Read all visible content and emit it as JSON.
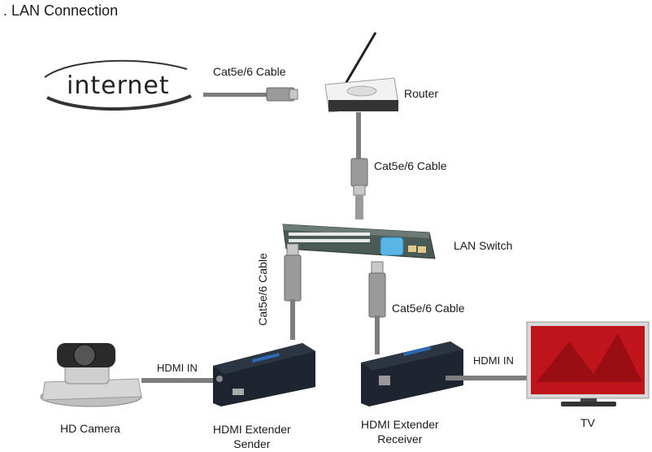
{
  "title": ". LAN Connection",
  "internet_label": "internet",
  "labels": {
    "cable_top": "Cat5e/6 Cable",
    "router": "Router",
    "cable_router_switch": "Cat5e/6 Cable",
    "lan_switch": "LAN Switch",
    "cable_sender": "Cat5e/6 Cable",
    "cable_receiver": "Cat5e/6 Cable",
    "hdmi_in_left": "HDMI IN",
    "hdmi_in_right": "HDMI IN",
    "hd_camera": "HD Camera",
    "sender_line1": "HDMI Extender",
    "sender_line2": "Sender",
    "receiver_line1": "HDMI Extender",
    "receiver_line2": "Receiver",
    "tv": "TV"
  },
  "colors": {
    "cable": "#7d7d7d",
    "device_dark": "#1e2530",
    "switch_body": "#4a5a55",
    "switch_highlight": "#5bb4e6",
    "tv_screen": "#c0141c"
  }
}
